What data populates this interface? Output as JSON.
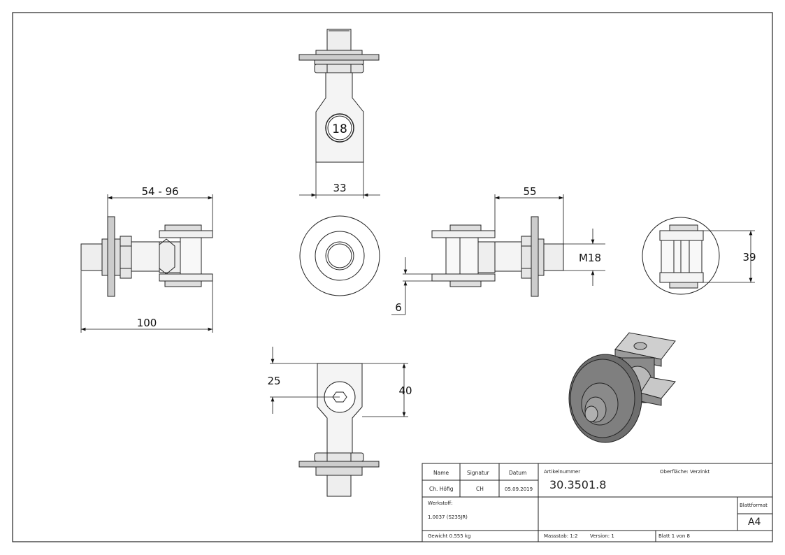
{
  "dimensions": {
    "d_54_96": "54 - 96",
    "d_100": "100",
    "d_33": "33",
    "d_55": "55",
    "d_M18": "M18",
    "d_6": "6",
    "d_39": "39",
    "d_25": "25",
    "d_40": "40"
  },
  "part_marking": "18",
  "title_block": {
    "headers": {
      "name": "Name",
      "signatur": "Signatur",
      "datum": "Datum"
    },
    "row": {
      "name": "Ch. Höfig",
      "signatur": "CH",
      "datum": "05.09.2019"
    },
    "artikelnummer_label": "Artikelnummer",
    "artikelnummer": "30.3501.8",
    "oberflaeche": "Oberfläche:  Verzinkt",
    "werkstoff_label": "Werkstoff:",
    "werkstoff": "1.0037 (S235JR)",
    "blattformat_label": "Blattformat",
    "blattformat": "A4",
    "gewicht": "Gewicht 0.555 kg",
    "massstab": "Massstab: 1:2",
    "version": "Version: 1",
    "blatt": "Blatt 1 von 8"
  }
}
